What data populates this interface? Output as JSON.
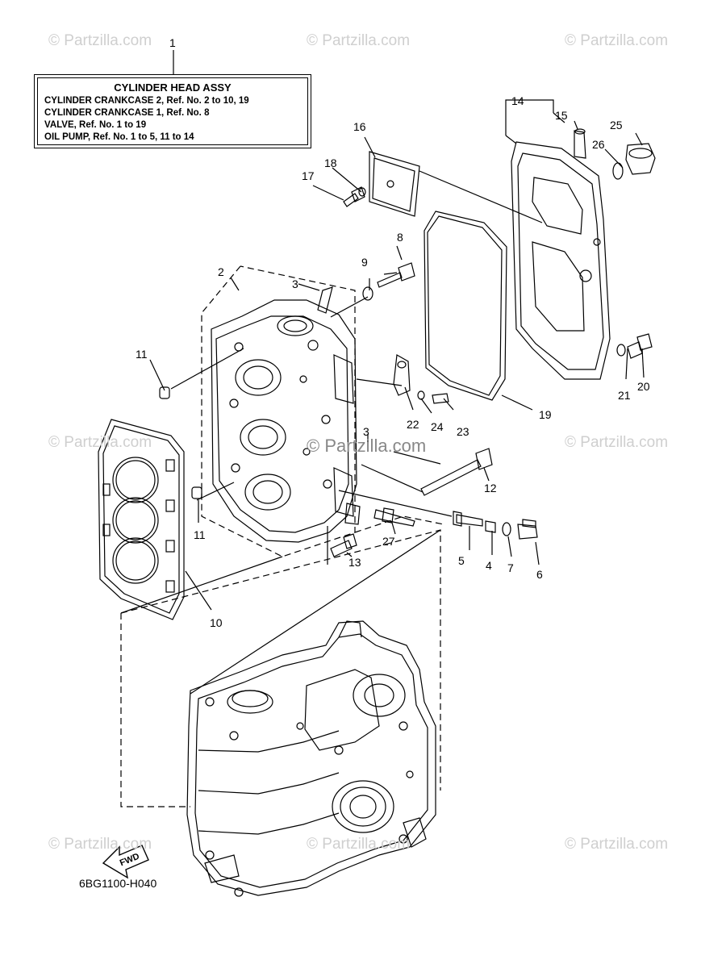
{
  "legend": {
    "title": "CYLINDER HEAD ASSY",
    "lines": [
      "CYLINDER CRANKCASE 2,  Ref. No. 2 to 10, 19",
      "CYLINDER CRANKCASE 1,  Ref. No. 8",
      "VALVE,  Ref. No. 1 to 19",
      "OIL PUMP,  Ref. No. 1 to 5, 11 to 14"
    ]
  },
  "watermarks": {
    "small": "© Partzilla.com",
    "center": "© Partzilla.com"
  },
  "callouts": [
    "1",
    "2",
    "3",
    "3",
    "4",
    "5",
    "6",
    "7",
    "8",
    "9",
    "10",
    "11",
    "11",
    "12",
    "13",
    "14",
    "15",
    "16",
    "17",
    "18",
    "19",
    "20",
    "21",
    "22",
    "23",
    "24",
    "25",
    "26",
    "27"
  ],
  "fwd_label": "FWD",
  "diagram_code": "6BG1100-H040"
}
